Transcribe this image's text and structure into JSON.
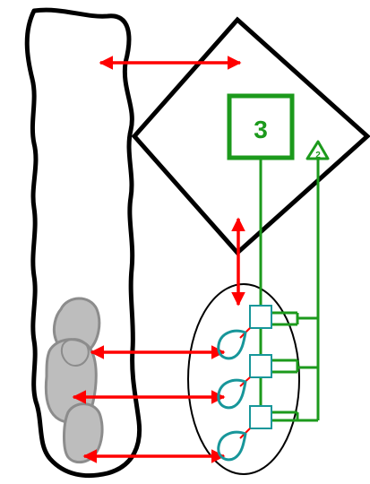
{
  "diagram": {
    "box_label": "3",
    "triangle_label": "2"
  },
  "colors": {
    "background": "#ffffff",
    "outline": "#000000",
    "arrow": "#ff0000",
    "connector": "#1c9a1c",
    "receptor": "#17969a",
    "gray_fill": "#bdbdbd",
    "gray_stroke": "#8c8c8c"
  },
  "icons": {
    "arrowhead": "double-headed-arrow",
    "triangle": "triangle-badge-icon",
    "receptor": "loop-receptor-icon"
  }
}
